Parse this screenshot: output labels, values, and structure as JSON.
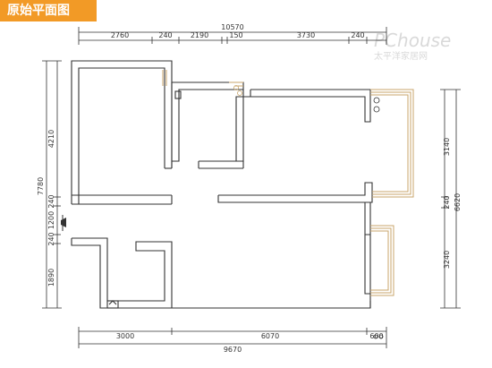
{
  "title": "原始平面图",
  "watermark": {
    "brand": "PChouse",
    "tagline": "太平洋家居网"
  },
  "dimensions": {
    "top_total": "10570",
    "top_segments": [
      "2760",
      "240",
      "2190",
      "150",
      "3730",
      "240"
    ],
    "bottom_segments": [
      "3000",
      "6070",
      "600"
    ],
    "bottom_total": "9670",
    "left_segments": [
      "4210",
      "240",
      "1200",
      "240",
      "1890"
    ],
    "left_total": "7780",
    "right_segments": [
      "3140",
      "240",
      "3240"
    ],
    "right_total": "6620"
  },
  "colors": {
    "title_bg": "#f29a26",
    "wall": "#333333",
    "window": "#c9a66b",
    "dim_line": "#333333"
  }
}
